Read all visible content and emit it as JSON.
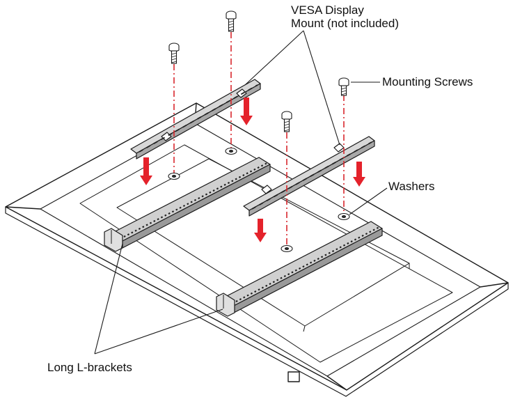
{
  "labels": {
    "vesa_line1": "VESA Display",
    "vesa_line2": "Mount (not included)",
    "mounting_screws": "Mounting Screws",
    "washers": "Washers",
    "long_l_brackets": "Long L-brackets"
  },
  "colors": {
    "stroke": "#1a1a1a",
    "bracket_fill": "#c9c9c9",
    "bracket_dark": "#8c8c8c",
    "arrow": "#e4222b",
    "guide_line": "#d9262c"
  }
}
